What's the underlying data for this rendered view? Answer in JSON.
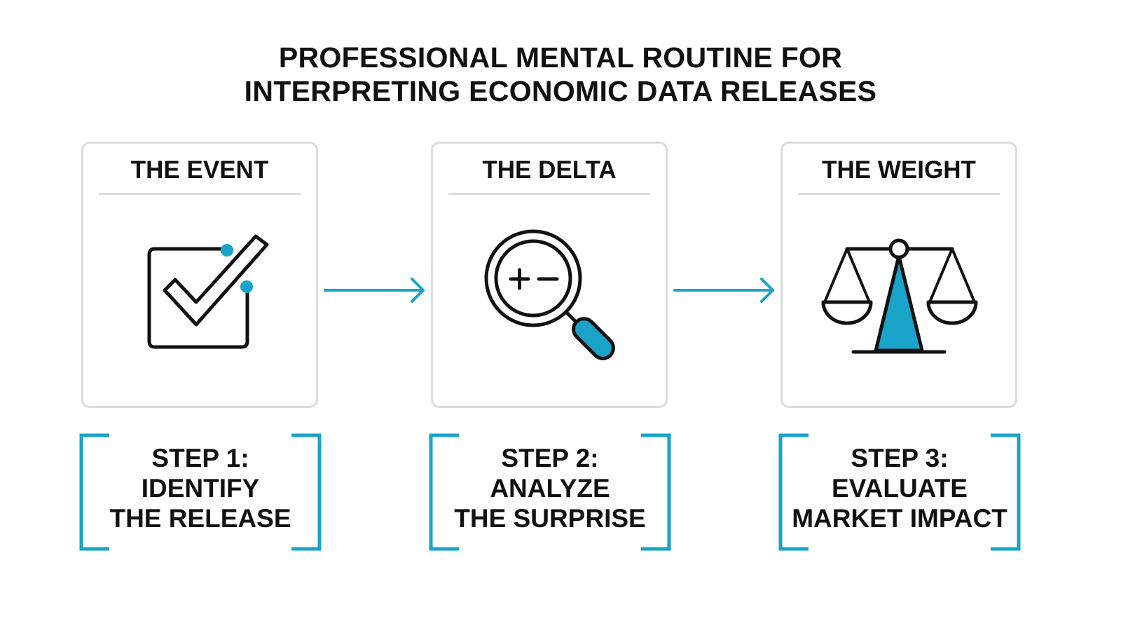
{
  "title": {
    "line1": "PROFESSIONAL MENTAL ROUTINE FOR",
    "line2": "INTERPRETING ECONOMIC DATA RELEASES"
  },
  "colors": {
    "accent": "#1aa3c9",
    "ink": "#111111",
    "card_border": "#dcdcdc"
  },
  "cards": [
    {
      "heading": "THE EVENT",
      "icon": "checkbox-check-icon"
    },
    {
      "heading": "THE DELTA",
      "icon": "magnifier-plus-minus-icon"
    },
    {
      "heading": "THE WEIGHT",
      "icon": "balance-scale-icon"
    }
  ],
  "steps": [
    {
      "line1": "STEP 1:",
      "line2": "IDENTIFY",
      "line3": "THE RELEASE"
    },
    {
      "line1": "STEP 2:",
      "line2": "ANALYZE",
      "line3": "THE SURPRISE"
    },
    {
      "line1": "STEP 3:",
      "line2": "EVALUATE",
      "line3": "MARKET IMPACT"
    }
  ]
}
